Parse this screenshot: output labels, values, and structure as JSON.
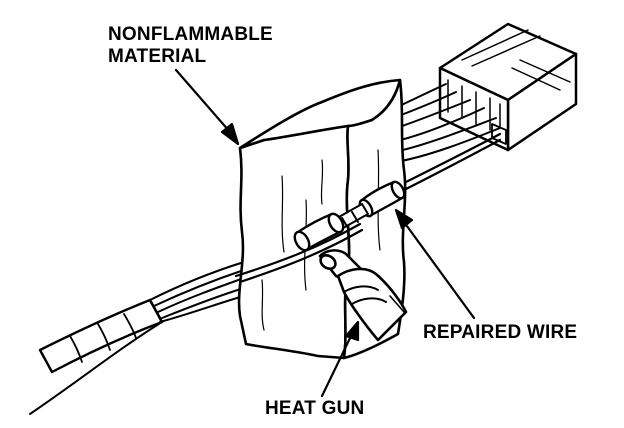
{
  "labels": {
    "nonflammable_line1": "NONFLAMMABLE",
    "nonflammable_line2": "MATERIAL",
    "repaired_wire": "REPAIRED WIRE",
    "heat_gun": "HEAT GUN"
  },
  "colors": {
    "ink": "#000000",
    "paper": "#ffffff"
  }
}
